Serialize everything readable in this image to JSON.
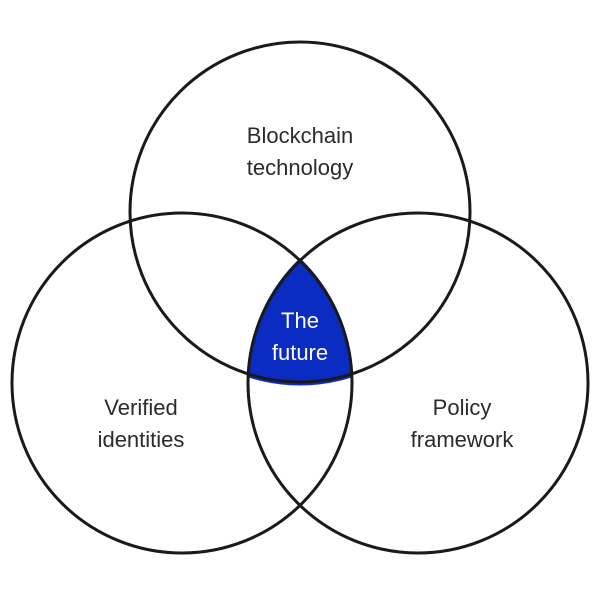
{
  "colors": {
    "background": "#ffffff",
    "outline": "#1a1a1a",
    "intersection": "#0b2cc2",
    "text": "#2b2b2b",
    "center_text": "#ffffff"
  },
  "circles": {
    "top": {
      "line1": "Blockchain",
      "line2": "technology"
    },
    "left": {
      "line1": "Verified",
      "line2": "identities"
    },
    "right": {
      "line1": "Policy",
      "line2": "framework"
    }
  },
  "center": {
    "line1": "The",
    "line2": "future"
  }
}
